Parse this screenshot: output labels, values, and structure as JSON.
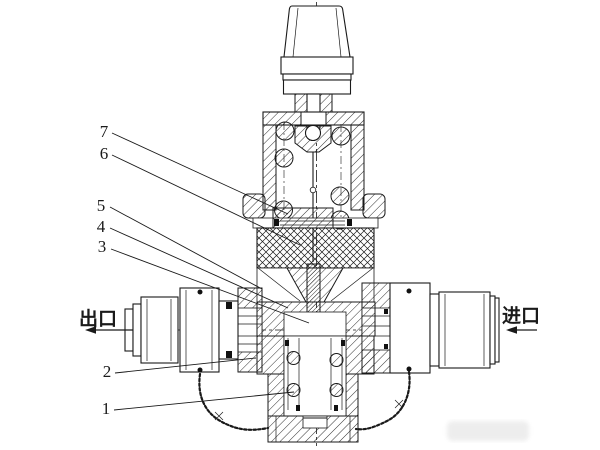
{
  "diagram": {
    "outlet_label": "出口",
    "inlet_label": "进口",
    "part_labels": {
      "p1": "1",
      "p2": "2",
      "p3": "3",
      "p4": "4",
      "p5": "5",
      "p6": "6",
      "p7": "7"
    },
    "colors": {
      "line": "#1a1a1a",
      "background": "#ffffff",
      "seal": "#111111"
    }
  }
}
